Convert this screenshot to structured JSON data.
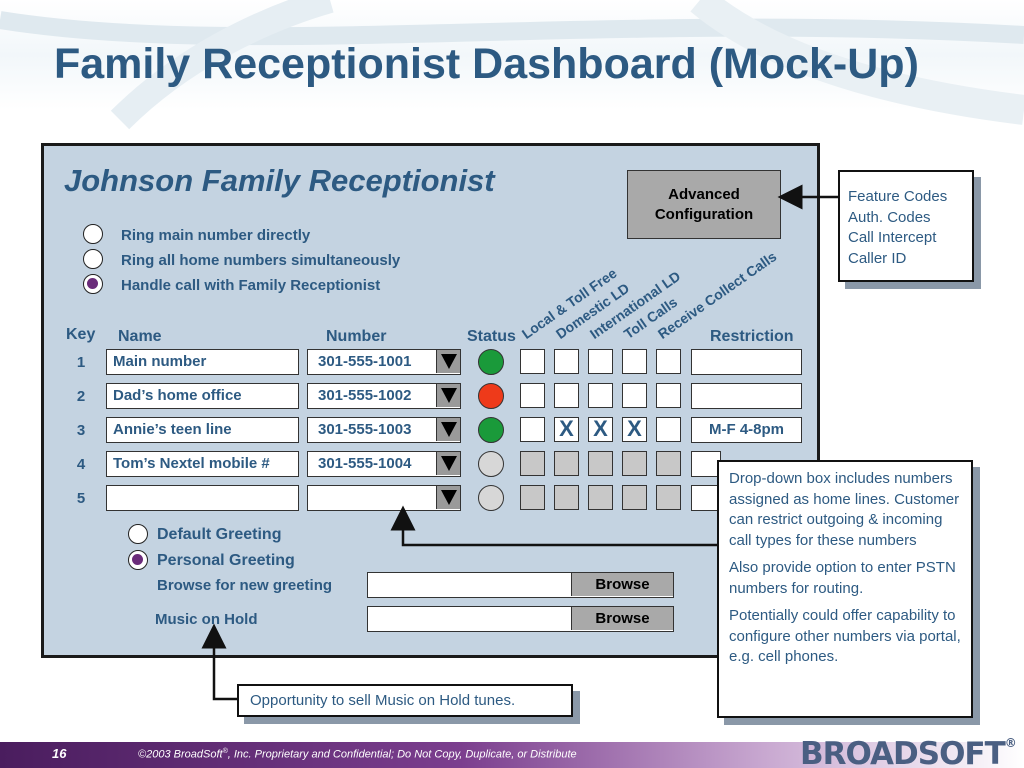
{
  "slide": {
    "title": "Family Receptionist Dashboard (Mock-Up)",
    "page_number": "16",
    "copyright_start": "©2003 BroadSoft",
    "copyright_end": ", Inc. Proprietary and Confidential; Do Not Copy, Duplicate, or Distribute",
    "registered_mark": "®",
    "logo_text": "BROADSOFT",
    "logo_mark": "®"
  },
  "panel": {
    "title": "Johnson Family Receptionist",
    "advanced_button": "Advanced Configuration",
    "ring_options": [
      {
        "label": "Ring main number directly",
        "selected": false
      },
      {
        "label": "Ring all home numbers simultaneously",
        "selected": false
      },
      {
        "label": "Handle call with Family Receptionist",
        "selected": true
      }
    ],
    "headers": {
      "key": "Key",
      "name": "Name",
      "number": "Number",
      "status": "Status",
      "restriction": "Restriction",
      "call_types": [
        "Local & Toll Free",
        "Domestic LD",
        "International LD",
        "Toll Calls",
        "Receive Collect Calls"
      ]
    },
    "rows": [
      {
        "key": "1",
        "name": "Main number",
        "number": "301-555-1001",
        "status_color": "#1a9a3a",
        "checks": [
          "",
          "",
          "",
          "",
          ""
        ],
        "enabled": true,
        "restriction": ""
      },
      {
        "key": "2",
        "name": "Dad’s home office",
        "number": "301-555-1002",
        "status_color": "#ee3a1a",
        "checks": [
          "",
          "",
          "",
          "",
          ""
        ],
        "enabled": true,
        "restriction": ""
      },
      {
        "key": "3",
        "name": "Annie’s teen line",
        "number": "301-555-1003",
        "status_color": "#1a9a3a",
        "checks": [
          "",
          "X",
          "X",
          "X",
          ""
        ],
        "enabled": true,
        "restriction": "M-F 4-8pm"
      },
      {
        "key": "4",
        "name": "Tom’s Nextel mobile #",
        "number": "301-555-1004",
        "status_color": "#d7d7d7",
        "checks": [
          "",
          "",
          "",
          "",
          ""
        ],
        "enabled": false,
        "restriction": ""
      },
      {
        "key": "5",
        "name": "",
        "number": "",
        "status_color": "#d7d7d7",
        "checks": [
          "",
          "",
          "",
          "",
          ""
        ],
        "enabled": false,
        "restriction": ""
      }
    ],
    "greetings": [
      {
        "label": "Default Greeting",
        "selected": false
      },
      {
        "label": "Personal Greeting",
        "selected": true
      }
    ],
    "browse_greeting_label": "Browse for new greeting",
    "music_on_hold_label": "Music on Hold",
    "browse_button": "Browse"
  },
  "callouts": {
    "features": [
      "Feature Codes",
      "Auth. Codes",
      "Call Intercept",
      "Caller ID"
    ],
    "dropdown": [
      "Drop-down box includes numbers assigned as home lines. Customer can restrict outgoing &  incoming call types for these numbers",
      "Also provide option to enter PSTN numbers for routing.",
      "Potentially could offer capability to configure other numbers  via portal, e.g. cell phones."
    ],
    "music": "Opportunity to sell Music on Hold tunes."
  }
}
